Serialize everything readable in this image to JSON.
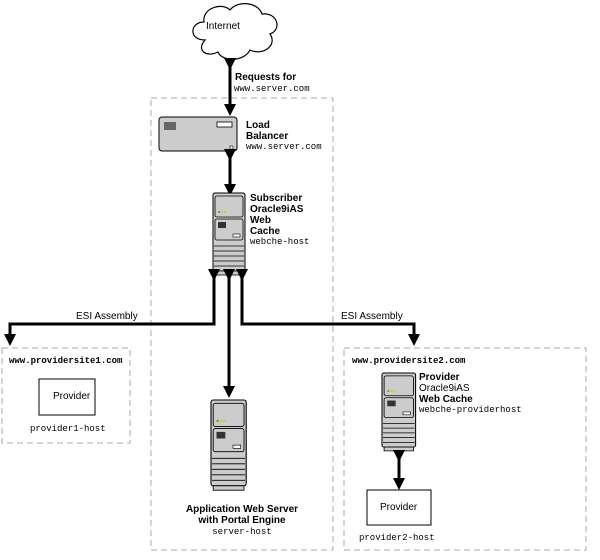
{
  "internet": {
    "label": "Internet"
  },
  "requests": {
    "line1": "Requests for",
    "line2": "www.server.com"
  },
  "load_balancer": {
    "line1": "Load",
    "line2": "Balancer",
    "host": "www.server.com"
  },
  "subscriber_cache": {
    "line1": "Subscriber",
    "line2": "Oracle9iAS",
    "line3": "Web",
    "line4": "Cache",
    "host": "webche-host"
  },
  "esi_left": {
    "label": "ESI Assembly"
  },
  "esi_right": {
    "label": "ESI Assembly"
  },
  "site1": {
    "domain": "www.providersite1.com",
    "provider_label": "Provider",
    "host": "provider1-host"
  },
  "site2": {
    "domain": "www.providersite2.com",
    "cache_line1": "Provider",
    "cache_line2": "Oracle9iAS",
    "cache_line3": "Web Cache",
    "cache_host": "webche-providerhost",
    "provider_label": "Provider",
    "host": "provider2-host"
  },
  "app_server": {
    "line1": "Application Web Server",
    "line2": "with Portal Engine",
    "host": "server-host"
  }
}
